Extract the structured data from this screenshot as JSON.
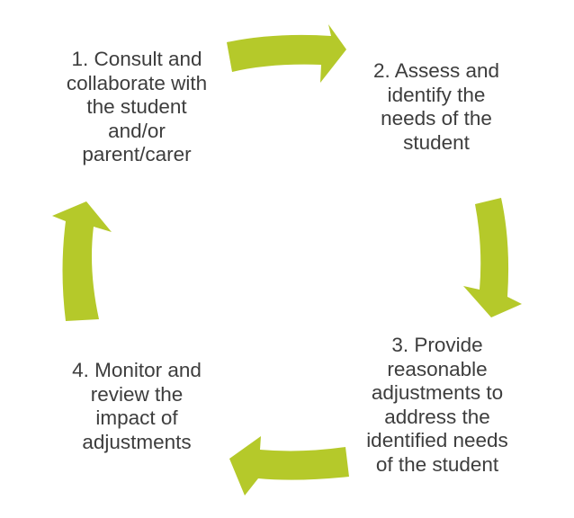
{
  "diagram": {
    "type": "cycle",
    "arrow_color": "#b5c92a",
    "text_color": "#3d3d3d",
    "steps": [
      {
        "lines": [
          "1. Consult and",
          "collaborate with",
          "the student",
          "and/or",
          "parent/carer"
        ]
      },
      {
        "lines": [
          "2. Assess and",
          "identify the",
          "needs of the",
          "student"
        ]
      },
      {
        "lines": [
          "3. Provide",
          "reasonable",
          "adjustments to",
          "address the",
          "identified needs",
          "of the student"
        ]
      },
      {
        "lines": [
          "4. Monitor and",
          "review the",
          "impact of",
          "adjustments"
        ]
      }
    ],
    "arrows": [
      {
        "from": 1,
        "to": 2,
        "direction": "right"
      },
      {
        "from": 2,
        "to": 3,
        "direction": "down"
      },
      {
        "from": 3,
        "to": 4,
        "direction": "left"
      },
      {
        "from": 4,
        "to": 1,
        "direction": "up"
      }
    ]
  }
}
